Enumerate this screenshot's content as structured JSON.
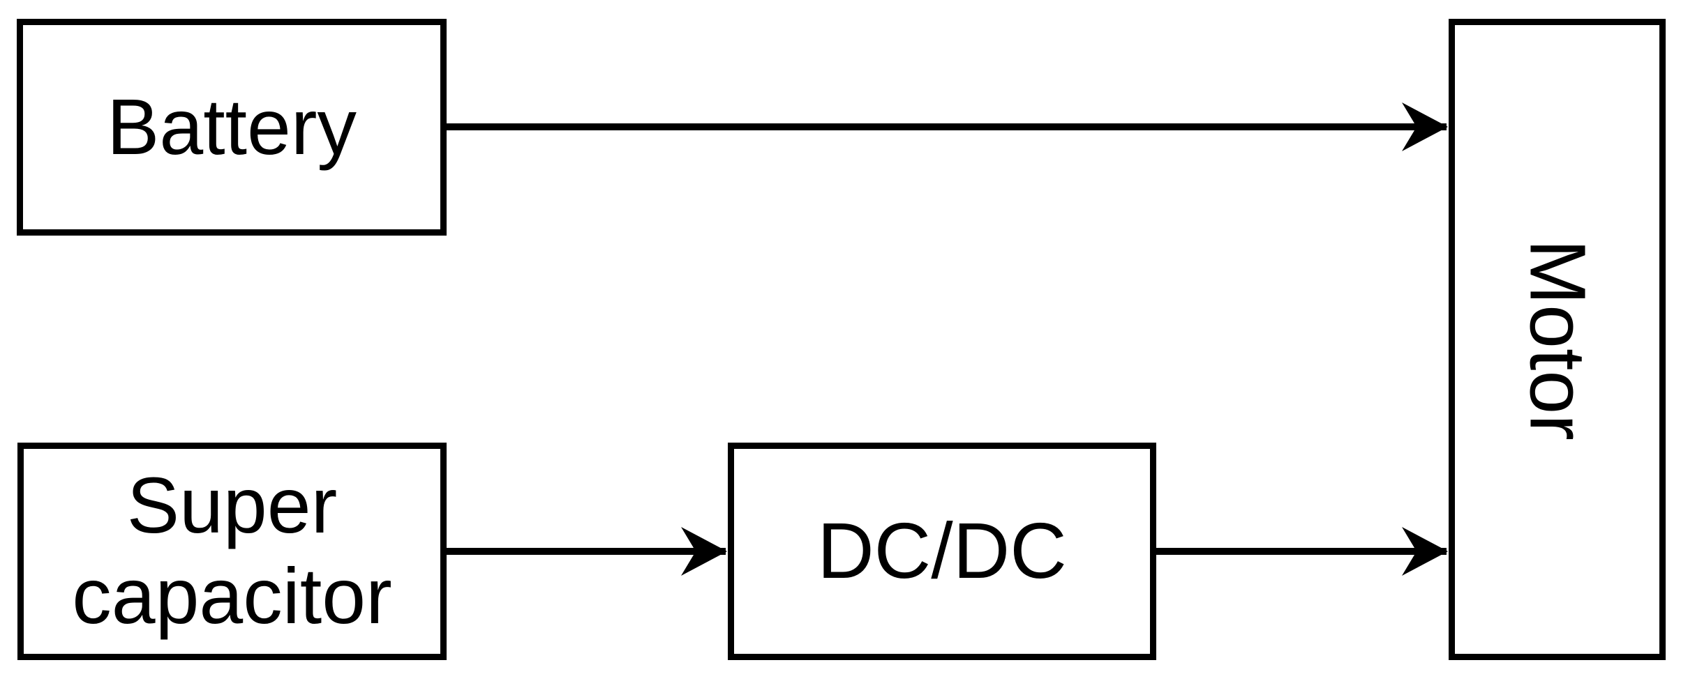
{
  "diagram": {
    "type": "block-diagram",
    "nodes": {
      "battery": {
        "label": "Battery"
      },
      "supercapacitor": {
        "label": "Super capacitor"
      },
      "dcdc": {
        "label": "DC/DC"
      },
      "motor": {
        "label": "Motor"
      }
    },
    "edges": [
      {
        "from": "battery",
        "to": "motor",
        "style": "arrow"
      },
      {
        "from": "supercapacitor",
        "to": "dcdc",
        "style": "arrow"
      },
      {
        "from": "dcdc",
        "to": "motor",
        "style": "arrow"
      }
    ],
    "colors": {
      "stroke": "#000000",
      "node_fill": "#ffffff",
      "text": "#000000",
      "background": "#ffffff"
    }
  }
}
